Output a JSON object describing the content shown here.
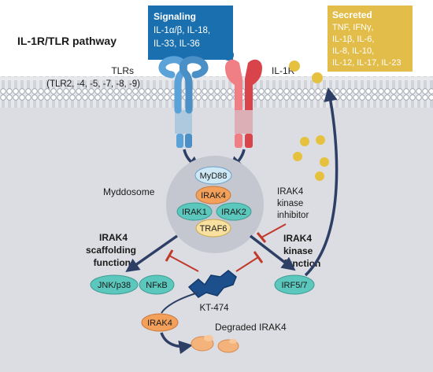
{
  "title": "IL-1R/TLR pathway",
  "signaling_box": {
    "heading": "Signaling",
    "line1": "IL-1α/β, IL-18,",
    "line2": "IL-33, IL-36",
    "color": "#1a6faf"
  },
  "secreted_box": {
    "heading": "Secreted",
    "line1": "TNF, IFNγ,",
    "line2": "IL-1β, IL-6,",
    "line3": "IL-8, IL-10,",
    "line4": "IL-12, IL-17, IL-23",
    "color": "#e3bd4a"
  },
  "receptors": {
    "tlrs_label": "TLRs",
    "tlrs_list": "(TLR2, -4, -5, -7, -8, -9)",
    "il1r_label": "IL-1R"
  },
  "myddosome": {
    "label": "Myddosome",
    "myd88": "MyD88",
    "irak4": "IRAK4",
    "irak1": "IRAK1",
    "irak2": "IRAK2",
    "traf6": "TRAF6"
  },
  "inhibitor": {
    "line1": "IRAK4",
    "line2": "kinase",
    "line3": "inhibitor"
  },
  "scaffolding": {
    "line1": "IRAK4",
    "line2": "scaffolding",
    "line3": "function"
  },
  "kinase_fn": {
    "line1": "IRAK4",
    "line2": "kinase",
    "line3": "function"
  },
  "nodes": {
    "jnk": "JNK/p38",
    "nfkb": "NFκB",
    "irf": "IRF5/7",
    "kt474": "KT-474",
    "irak4_degrader": "IRAK4",
    "degraded": "Degraded IRAK4"
  },
  "colors": {
    "cell_fill": "#dcdde2",
    "tlr_receptor": "#5aa2d8",
    "il1r_receptor": "#d9444b",
    "cytokine_gold": "#e6c13f",
    "inhibitor_red": "#c0392b",
    "teal": "#5bc7bd",
    "orange": "#f2a05a",
    "arrow_navy": "#2e3f66"
  }
}
